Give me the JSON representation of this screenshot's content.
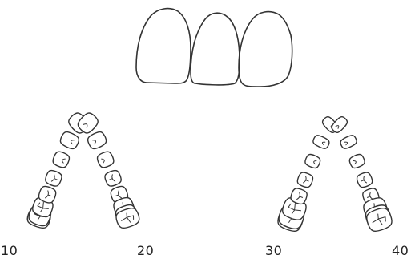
{
  "labels": {
    "upper_left": "10",
    "upper_right": "20",
    "lower_left": "30",
    "lower_right": "40"
  },
  "colors": {
    "outline": "#333333",
    "background": "#ffffff"
  }
}
